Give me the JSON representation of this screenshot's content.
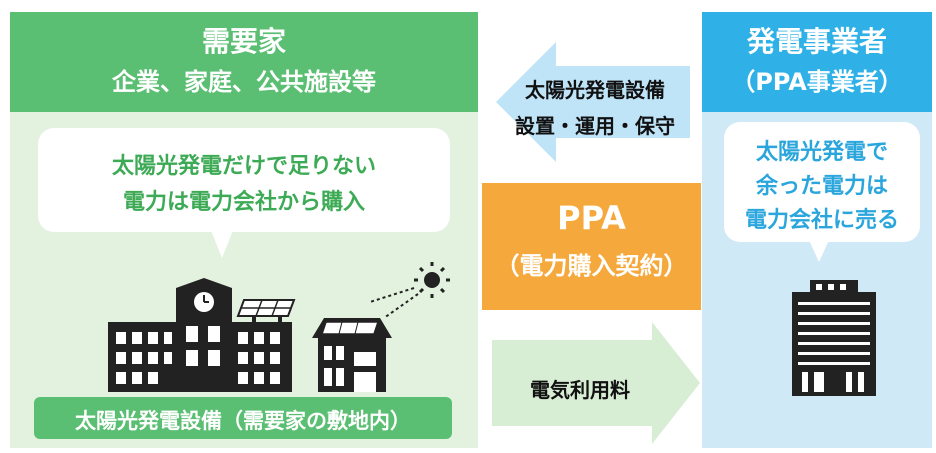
{
  "consumer": {
    "title": "需要家",
    "subtitle": "企業、家庭、公共施設等",
    "bubble_line1": "太陽光発電だけで足りない",
    "bubble_line2": "電力は電力会社から購入",
    "facility_label": "太陽光発電設備（需要家の敷地内）"
  },
  "provider": {
    "title": "発電事業者",
    "subtitle": "（PPA事業者）",
    "bubble_line1": "太陽光発電で",
    "bubble_line2": "余った電力は",
    "bubble_line3": "電力会社に売る"
  },
  "flows": {
    "service_line1": "太陽光発電設備",
    "service_line2": "設置・運用・保守",
    "ppa_title": "PPA",
    "ppa_subtitle": "（電力購入契約）",
    "fee_label": "電気利用料"
  },
  "colors": {
    "consumer_green": "#5bbf73",
    "consumer_bg": "#e3f1df",
    "provider_blue": "#2fb0e6",
    "provider_bg": "#cfe9f7",
    "ppa_orange": "#f5a93c",
    "arrow_blue": "#bfe3f7",
    "arrow_green": "#d8eed4"
  },
  "icons": [
    "sun-icon",
    "school-building-icon",
    "house-icon",
    "solar-panel-icon",
    "office-building-icon"
  ]
}
